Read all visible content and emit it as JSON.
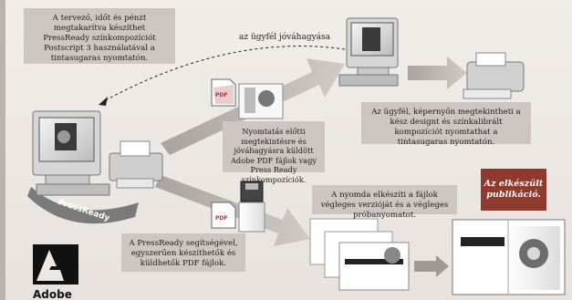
{
  "callouts": {
    "top_left": "A tervező, időt és pénzt megtakarítva készíthet PressReady színkompozíciót Postscript 3 használatával a tintasugaras nyomtatón.",
    "client_review": "Az ügyfél, képernyőn megtekintheti a kész designt és színkalibrált kompozíciót nyomtathat a tintasugaras nyomtatón.",
    "middle": "Nyomtatás előtti megtekintésre és jóváhagyásra küldött Adobe PDF fájlok vagy Press Ready színkompozíciók.",
    "print_shop": "A nyomda elkészíti a fájlok végleges verzióját és a végleges próbanyomatot.",
    "bottom": "A PressReady segítségével, egyszerűen készíthetők és küldhetők PDF fájlok."
  },
  "arrow_label": "az ügyfél jóváhagyása",
  "final_badge": "Az elkészült publikáció.",
  "software_label": "PressReady",
  "pdf_label": "PDF",
  "logo_word": "Adobe",
  "colors": {
    "accent": "#8e3a2e",
    "callout_bg": "#cdc6c0",
    "arrow": "#b7b2ad",
    "background": "#ece7e2"
  },
  "icons": [
    "computer-icon",
    "printer-icon",
    "pdf-document-icon",
    "floppy-disk-icon",
    "adobe-logo-icon"
  ]
}
